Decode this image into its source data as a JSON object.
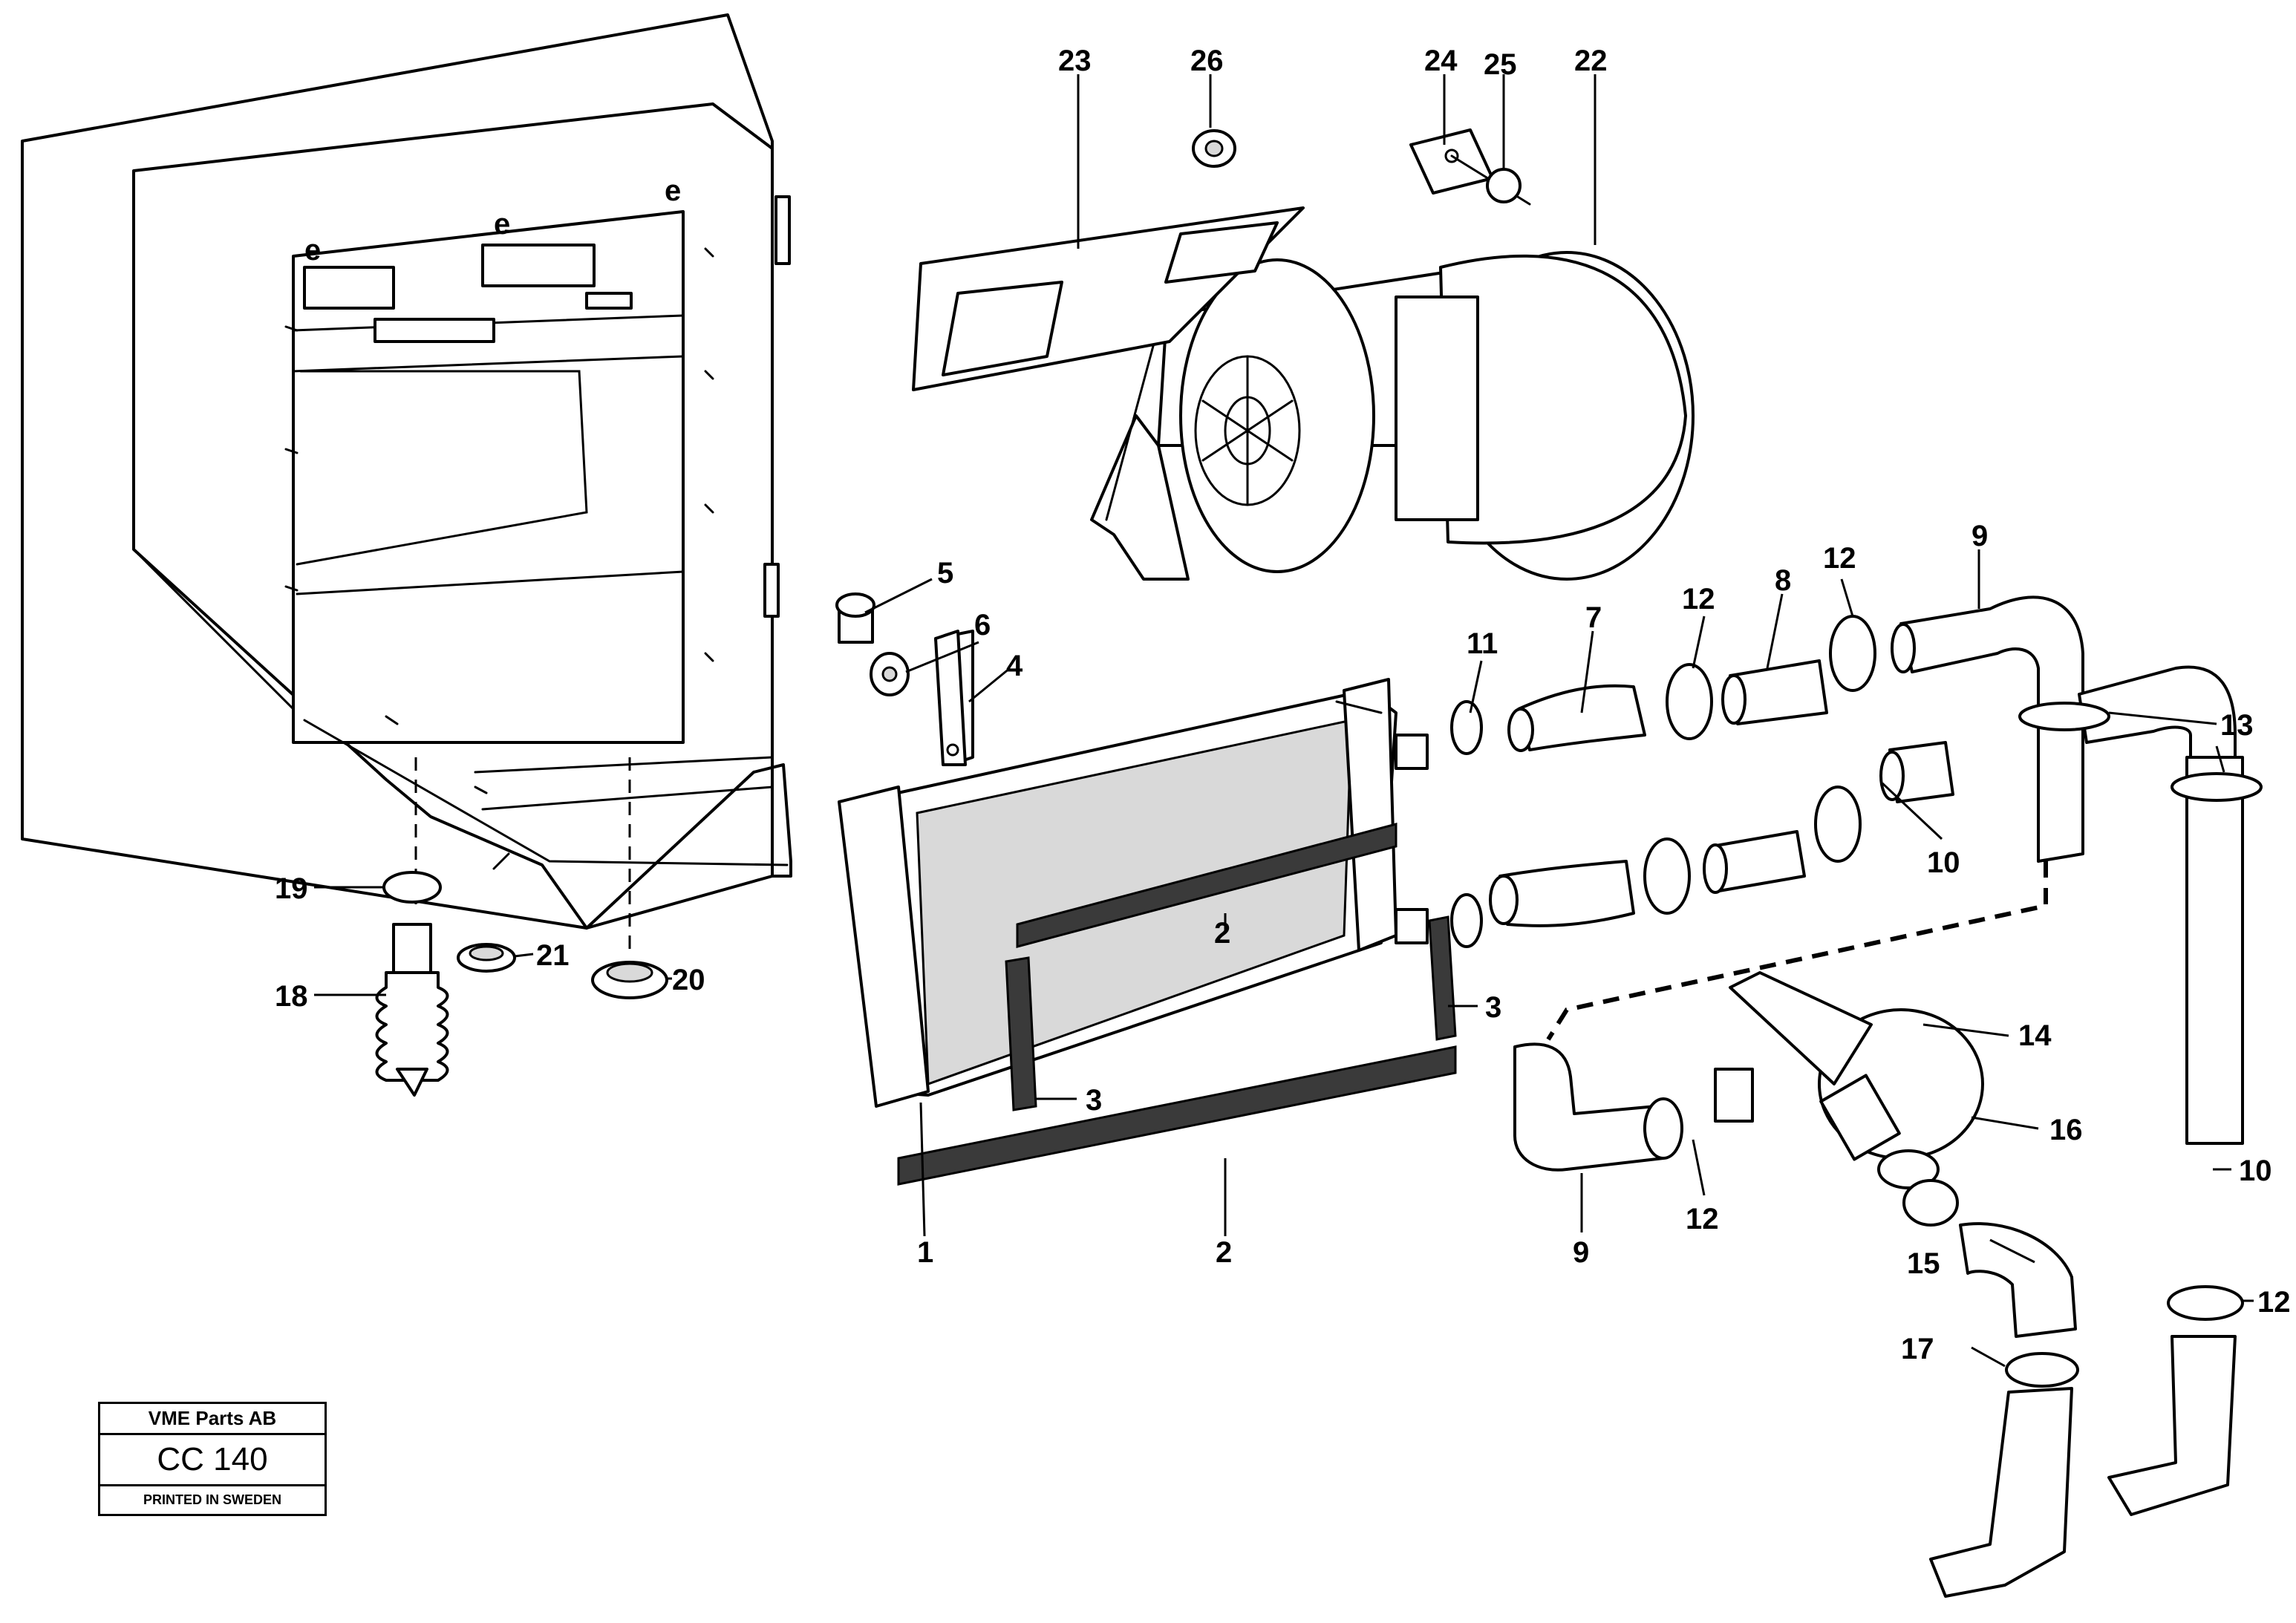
{
  "title_block": {
    "company": "VME Parts AB",
    "code": "CC 140",
    "printed": "PRINTED IN SWEDEN"
  },
  "callouts": [
    {
      "id": "c23",
      "text": "23"
    },
    {
      "id": "c26",
      "text": "26"
    },
    {
      "id": "c24",
      "text": "24"
    },
    {
      "id": "c25",
      "text": "25"
    },
    {
      "id": "c22",
      "text": "22"
    },
    {
      "id": "c5",
      "text": "5"
    },
    {
      "id": "c6",
      "text": "6"
    },
    {
      "id": "c4",
      "text": "4"
    },
    {
      "id": "c11",
      "text": "11"
    },
    {
      "id": "c7",
      "text": "7"
    },
    {
      "id": "c12a",
      "text": "12"
    },
    {
      "id": "c8",
      "text": "8"
    },
    {
      "id": "c12b",
      "text": "12"
    },
    {
      "id": "c9a",
      "text": "9"
    },
    {
      "id": "c13",
      "text": "13"
    },
    {
      "id": "c10a",
      "text": "10"
    },
    {
      "id": "c19",
      "text": "19"
    },
    {
      "id": "c21",
      "text": "21"
    },
    {
      "id": "c20",
      "text": "20"
    },
    {
      "id": "c18",
      "text": "18"
    },
    {
      "id": "c2a",
      "text": "2"
    },
    {
      "id": "c3a",
      "text": "3"
    },
    {
      "id": "c3b",
      "text": "3"
    },
    {
      "id": "c14",
      "text": "14"
    },
    {
      "id": "c16",
      "text": "16"
    },
    {
      "id": "c10b",
      "text": "10"
    },
    {
      "id": "c1",
      "text": "1"
    },
    {
      "id": "c2b",
      "text": "2"
    },
    {
      "id": "c9b",
      "text": "9"
    },
    {
      "id": "c12c",
      "text": "12"
    },
    {
      "id": "c15",
      "text": "15"
    },
    {
      "id": "c12d",
      "text": "12"
    },
    {
      "id": "c17",
      "text": "17"
    }
  ]
}
